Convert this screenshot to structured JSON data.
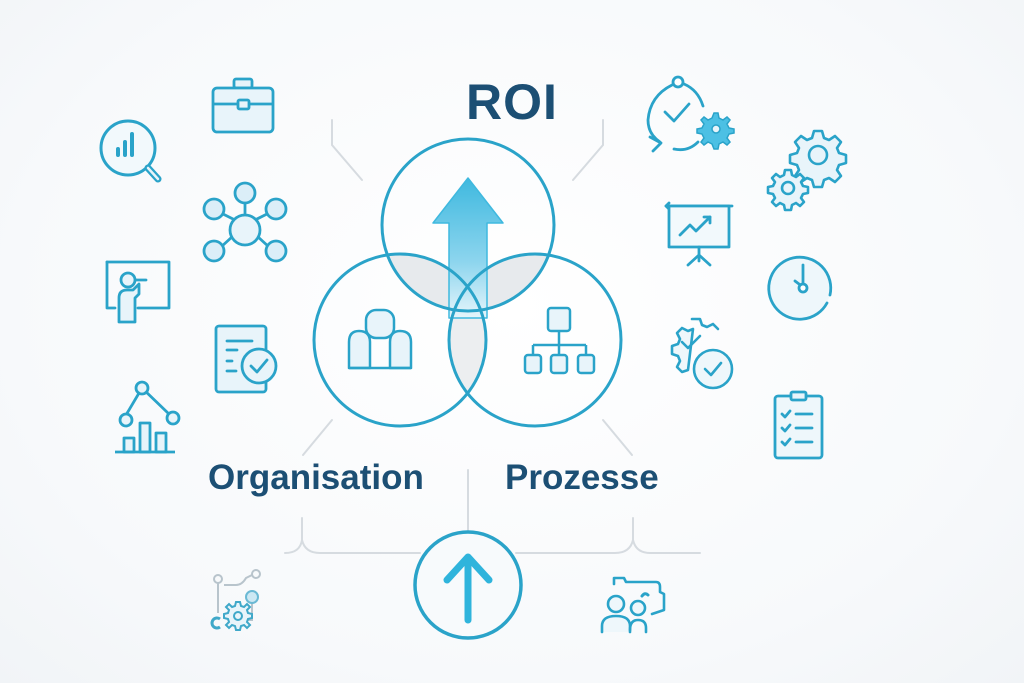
{
  "title": "ROI",
  "venn": {
    "top": {
      "name": "roi-growth",
      "icon": "arrow-up-icon"
    },
    "left": {
      "name": "organisation",
      "label": "Organisation",
      "icon": "people-icon"
    },
    "right": {
      "name": "prozesse",
      "label": "Prozesse",
      "icon": "org-chart-icon"
    }
  },
  "bottom": {
    "icon": "arrow-up-circle-icon"
  },
  "left_icons": [
    "briefcase-icon",
    "magnifier-chart-icon",
    "network-hub-icon",
    "presentation-teacher-icon",
    "document-check-icon",
    "bar-line-chart-icon",
    "workflow-gear-icon"
  ],
  "right_icons": [
    "cycle-check-gear-icon",
    "gears-icon",
    "presentation-growth-icon",
    "clock-icon",
    "gear-check-icon",
    "checklist-icon",
    "team-chat-icon"
  ],
  "colors": {
    "accent": "#2aa3c9",
    "accent_light": "#4cc0e4",
    "title": "#1c4f74",
    "connector": "#d3d8dd",
    "fill": "#e8f4fa",
    "overlap": "#e6e9ec"
  }
}
